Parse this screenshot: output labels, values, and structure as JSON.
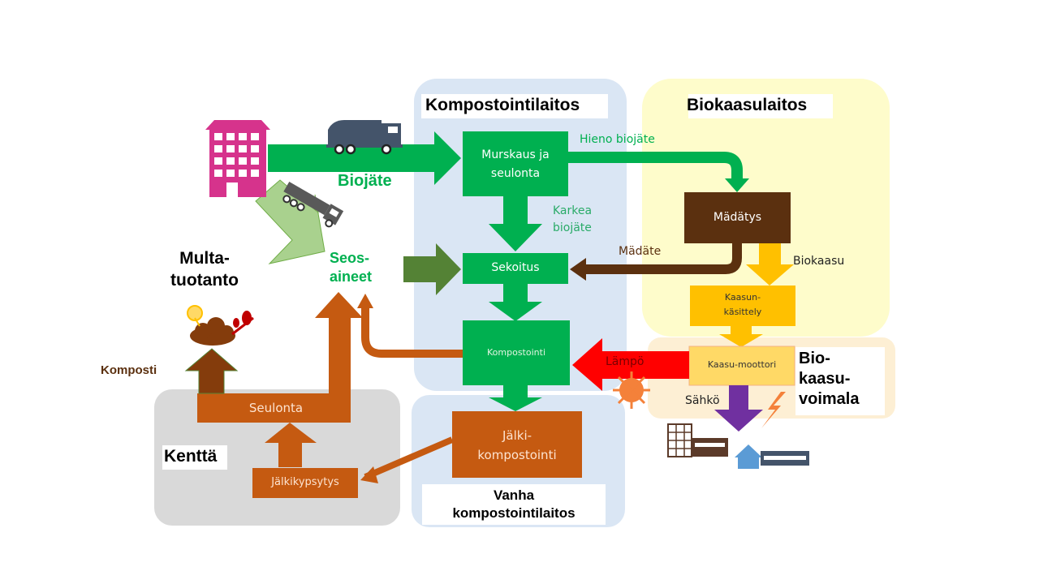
{
  "colors": {
    "green": "#00b050",
    "dark_green": "#548235",
    "light_green": "#a9d18e",
    "brown": "#5b300f",
    "orange_brown": "#c55a11",
    "amber": "#ffc000",
    "red": "#ff0000",
    "purple": "#7030a0",
    "pink": "#d6338c",
    "blue_panel": "#dae6f4",
    "yellow_panel": "#fefccb",
    "peach_panel": "#fdefd4",
    "gray_panel": "#d9d9d9"
  },
  "regions": {
    "composting_plant": "Kompostointilaitos",
    "biogas_plant": "Biokaasulaitos",
    "biogas_power_plant": [
      "Bio-",
      "kaasu-",
      "voimala"
    ],
    "old_composting_plant": [
      "Vanha",
      "kompostointilaitos"
    ],
    "field": "Kenttä",
    "soil_production": [
      "Multa-",
      "tuotanto"
    ]
  },
  "process_boxes": {
    "crushing_screening": [
      "Murskaus ja",
      "seulonta"
    ],
    "mixing": "Sekoitus",
    "composting": "Kompostointi",
    "post_composting": [
      "Jälki-",
      "kompostointi"
    ],
    "digestion": "Mädätys",
    "gas_treatment": [
      "Kaasun-",
      "käsittely"
    ],
    "gas_engine": "Kaasu-moottori",
    "screening": "Seulonta",
    "post_maturation": "Jälkikypsytys"
  },
  "flow_labels": {
    "biowaste": "Biojäte",
    "fine_biowaste": "Hieno biojäte",
    "coarse_biowaste": [
      "Karkea",
      "biojäte"
    ],
    "digestate": "Mädäte",
    "biogas": "Biokaasu",
    "additives": [
      "Seos-",
      "aineet"
    ],
    "heat": "Lämpö",
    "electricity": "Sähkö",
    "compost": "Komposti"
  },
  "icons": [
    "apartment-building-icon",
    "garbage-truck-icon",
    "dump-truck-icon",
    "flower-soil-icon",
    "sun-icon",
    "lightning-icon",
    "office-building-icon",
    "houses-icon"
  ]
}
